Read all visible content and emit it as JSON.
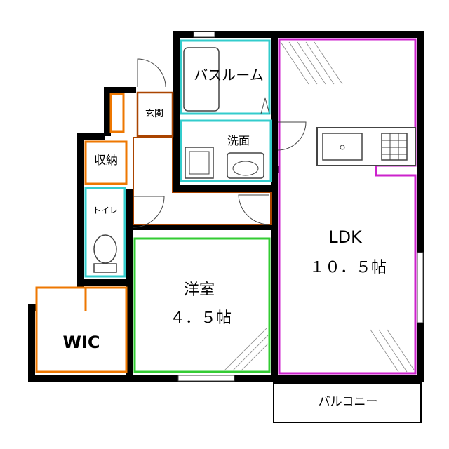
{
  "floorplan": {
    "rooms": {
      "bath": "バスルーム",
      "genkan": "玄関",
      "senmen": "洗面",
      "shuno": "収納",
      "toilet": "トイレ",
      "ldk_name": "LDK",
      "ldk_size": "１０．５帖",
      "yoshitsu_name": "洋室",
      "yoshitsu_size": "４．５帖",
      "wic": "WIC",
      "balcony": "バルコニー"
    },
    "colors": {
      "wall": "#000000",
      "ldk": "#cc22cc",
      "yoshitsu": "#33cc33",
      "storage": "#ee7700",
      "wet": "#33cccc",
      "corridor": "#aa4400",
      "fixture": "#444444"
    }
  }
}
